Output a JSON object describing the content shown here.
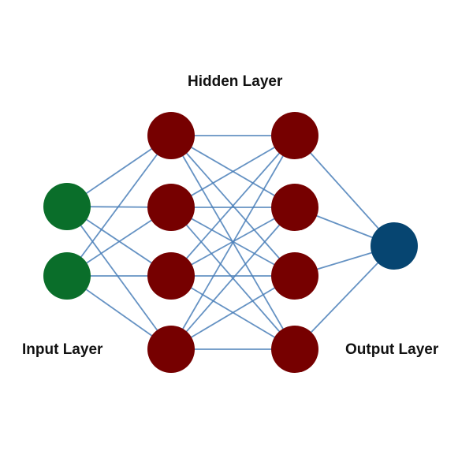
{
  "diagram": {
    "labels": {
      "hidden": "Hidden Layer",
      "input": "Input Layer",
      "output": "Output Layer"
    },
    "colors": {
      "input": "#0a6e2a",
      "hidden": "#760000",
      "output": "#064571",
      "edge": "#4a7fb8"
    },
    "layers": [
      {
        "name": "input",
        "nodes": 2
      },
      {
        "name": "hidden1",
        "nodes": 4
      },
      {
        "name": "hidden2",
        "nodes": 4
      },
      {
        "name": "output",
        "nodes": 1
      }
    ]
  }
}
